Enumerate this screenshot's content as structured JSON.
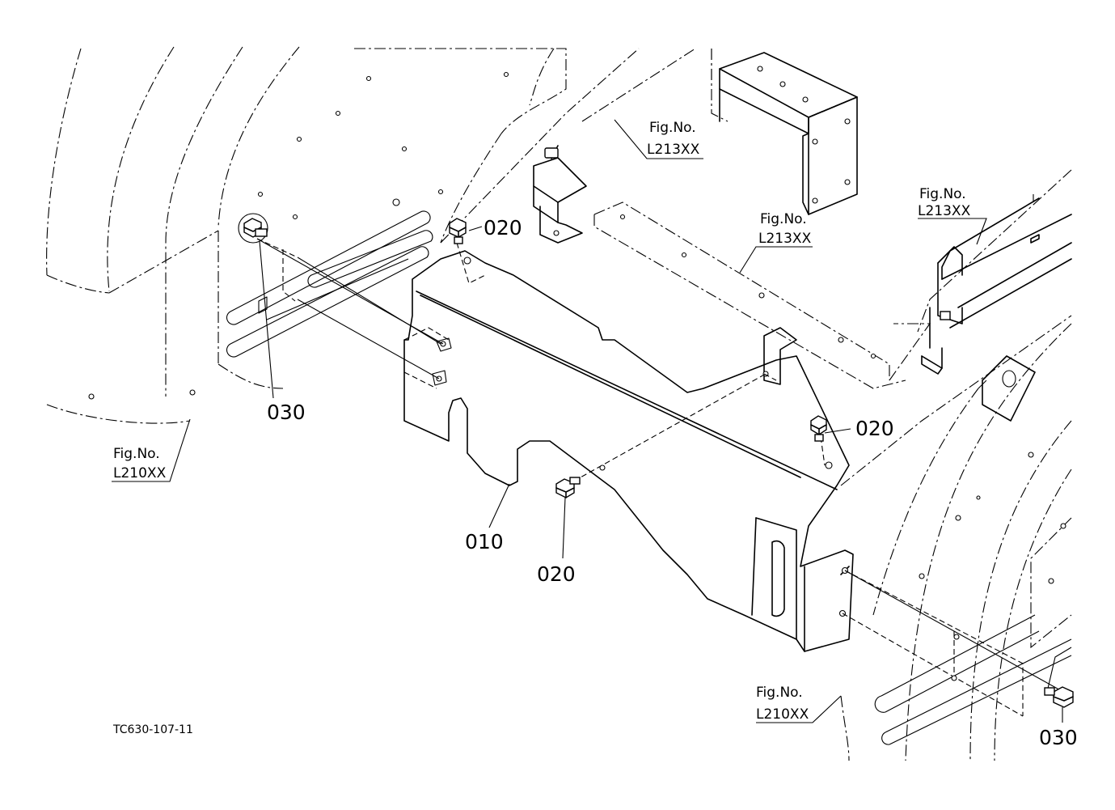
{
  "parts": [
    {
      "id": "p010",
      "number": "010"
    },
    {
      "id": "p020a",
      "number": "020"
    },
    {
      "id": "p020b",
      "number": "020"
    },
    {
      "id": "p020c",
      "number": "020"
    },
    {
      "id": "p030a",
      "number": "030"
    },
    {
      "id": "p030b",
      "number": "030"
    }
  ],
  "figure_refs": [
    {
      "id": "ref-a",
      "line1": "Fig.No.",
      "line2": "L213XX"
    },
    {
      "id": "ref-b",
      "line1": "Fig.No.",
      "line2": "L213XX"
    },
    {
      "id": "ref-c",
      "line1": "Fig.No.",
      "line2": "L213XX"
    },
    {
      "id": "ref-d",
      "line1": "Fig.No.",
      "line2": "L210XX"
    },
    {
      "id": "ref-e",
      "line1": "Fig.No.",
      "line2": "L210XX"
    }
  ],
  "drawing_code": "TC630-107-11"
}
